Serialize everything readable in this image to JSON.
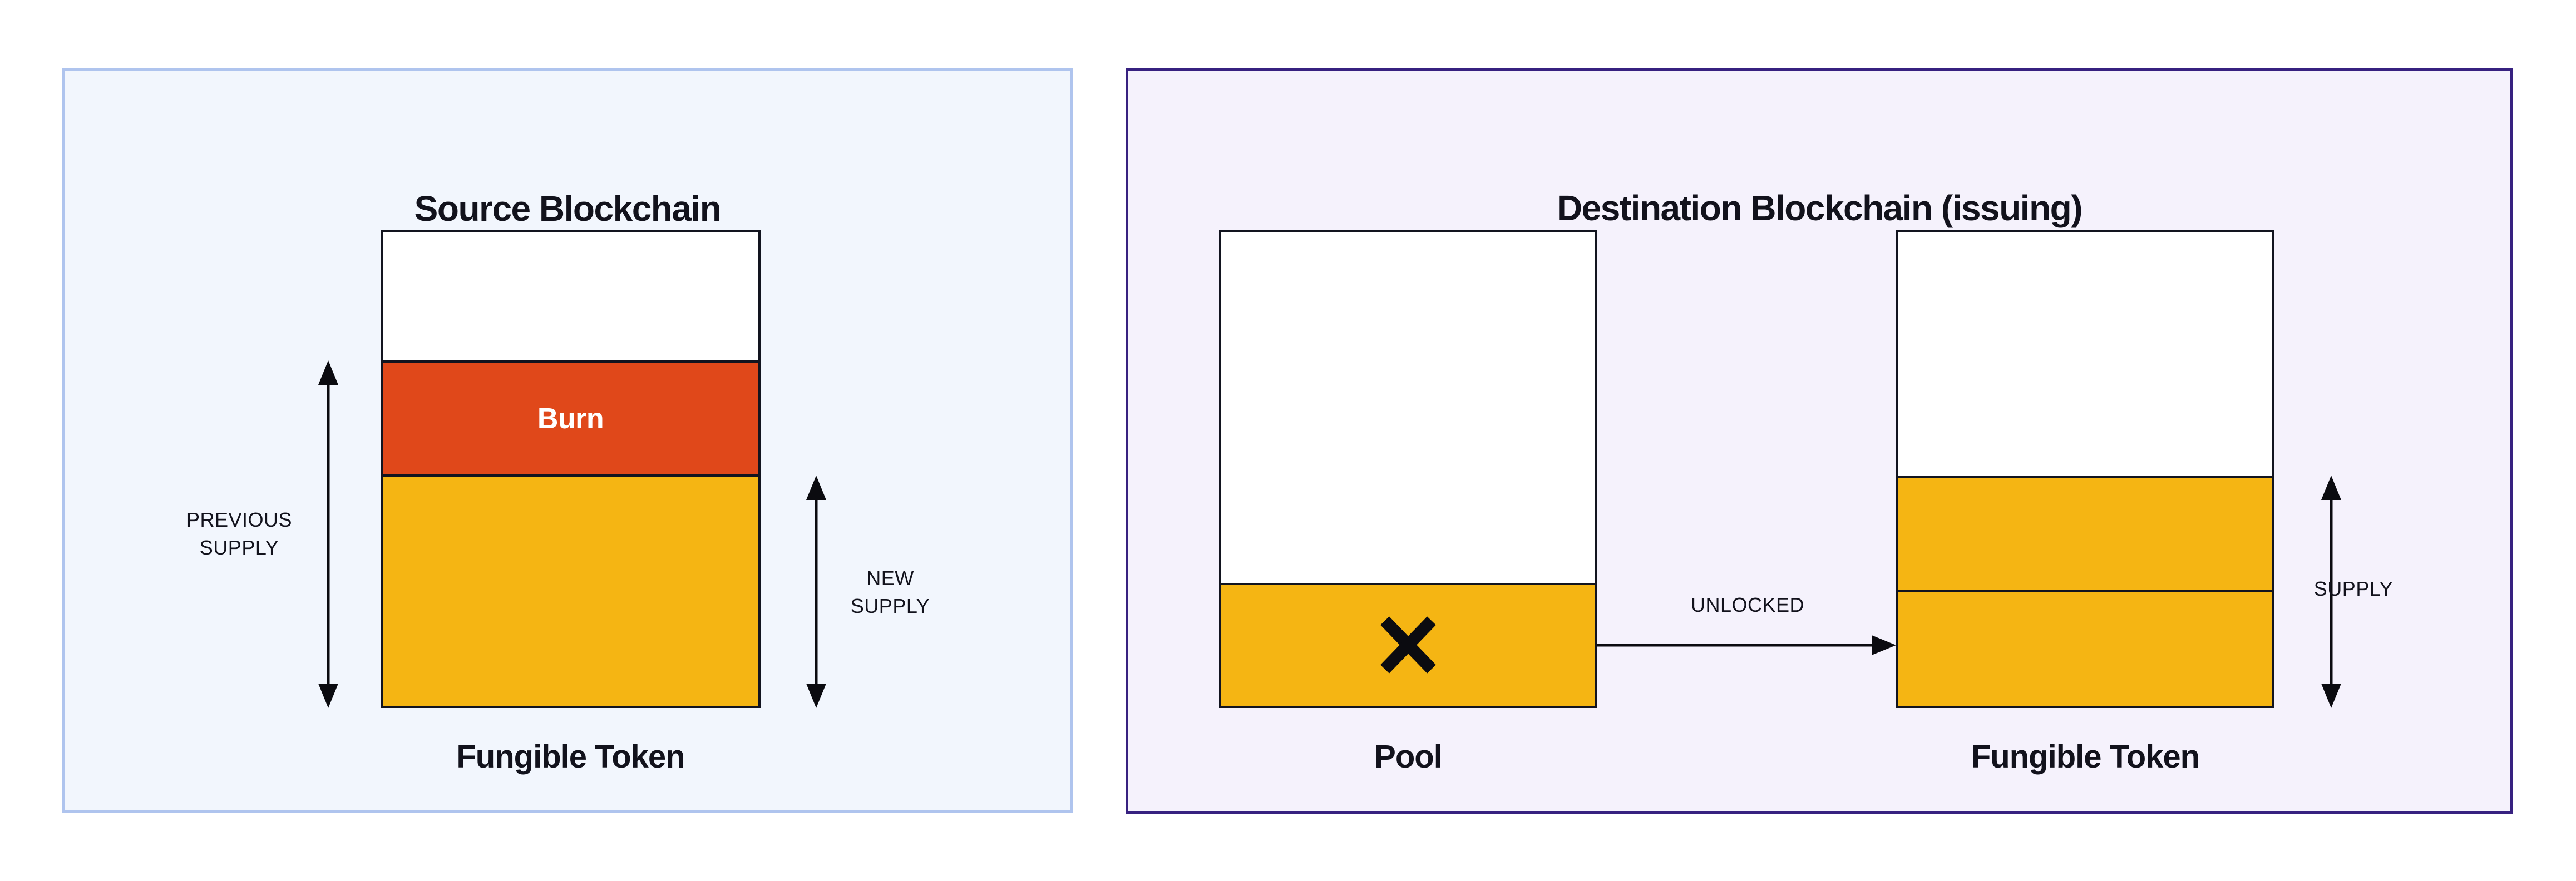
{
  "source_panel": {
    "title": "Source Blockchain",
    "burn_label": "Burn",
    "token_label": "Fungible Token",
    "previous_supply": {
      "line1": "PREVIOUS",
      "line2": "SUPPLY"
    },
    "new_supply": {
      "line1": "NEW",
      "line2": "SUPPLY"
    }
  },
  "destination_panel": {
    "title": "Destination Blockchain (issuing)",
    "pool_label": "Pool",
    "token_label": "Fungible Token",
    "unlocked_label": "UNLOCKED",
    "supply_label": "SUPPLY"
  },
  "icons": {
    "pool_cancel_icon": "x-cross",
    "previous_supply_arrow": "double-headed-vertical-arrow",
    "new_supply_arrow": "double-headed-vertical-arrow",
    "supply_arrow": "double-headed-vertical-arrow",
    "unlocked_arrow": "right-arrow"
  },
  "colors": {
    "panel_source_bg": "#F2F6FD",
    "panel_source_border": "#AFC4EE",
    "panel_dest_bg": "#F5F2FC",
    "panel_dest_border": "#372180",
    "bar_border": "#12141F",
    "burn": "#E0481A",
    "token_yellow": "#F5B513",
    "text": "#12121C",
    "burn_text": "#FFFFFF",
    "arrow": "#0B0B10"
  }
}
